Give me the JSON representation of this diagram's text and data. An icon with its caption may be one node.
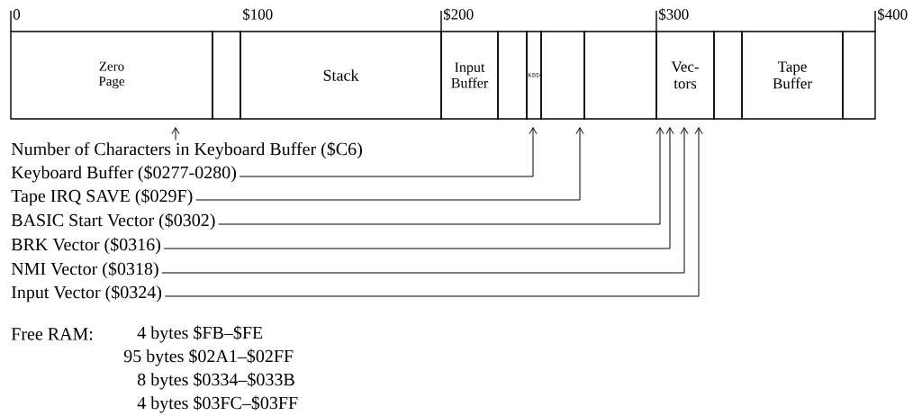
{
  "diagram": {
    "nodes": [
      {
        "text": [
          "Zero Page"
        ],
        "beside": [
          "0"
        ]
      },
      {
        "text": [],
        "shape": "box"
      },
      {
        "text": [
          "Stack"
        ],
        "beside": [
          "$100"
        ]
      },
      {
        "text": [
          "Input Buffer"
        ],
        "beside": [
          "$200"
        ]
      },
      {
        "text": [],
        "shape": "box"
      },
      {
        "text": [
          "KBD"
        ]
      },
      {
        "text": [],
        "shape": "box"
      },
      {
        "text": [],
        "shape": "box"
      },
      {
        "text": [
          "Vec- tors"
        ],
        "beside": [
          "$300"
        ]
      },
      {
        "text": [],
        "shape": "box"
      },
      {
        "text": [
          "Tape Buffer"
        ]
      },
      {
        "text": [],
        "shape": "box",
        "beside": [
          "$400"
        ]
      },
      {
        "text": [
          "Number of Characters in Keyboard Buffer ($C6)"
        ]
      },
      {
        "text": [
          "Keyboard Buffer ($0277-0280)"
        ]
      },
      {
        "text": [
          "Tape IRQ SAVE ($029F)"
        ]
      },
      {
        "text": [
          "BASIC Start Vector ($0302)"
        ]
      },
      {
        "text": [
          "BRK Vector ($0316)"
        ]
      },
      {
        "text": [
          "NMI Vector ($0318)"
        ]
      },
      {
        "text": [
          "Input Vector ($0324)"
        ]
      }
    ],
    "edges": [
      {
        "from": 12,
        "to": 0,
        "arrow": "to"
      },
      {
        "from": 13,
        "to": 5,
        "arrow": "to"
      },
      {
        "from": 14,
        "to": 6,
        "arrow": "to"
      },
      {
        "from": 15,
        "to": 8,
        "arrow": "to"
      },
      {
        "from": 16,
        "to": 8,
        "arrow": "to"
      },
      {
        "from": 17,
        "to": 8,
        "arrow": "to"
      },
      {
        "from": 18,
        "to": 8,
        "arrow": "to"
      }
    ],
    "labels": [
      "Free RAM:",
      "4 bytes $FB–$FE",
      "95 bytes $02A1–$02FF",
      "8 bytes $0334–$033B",
      "4 bytes $03FC–$03FF"
    ]
  }
}
